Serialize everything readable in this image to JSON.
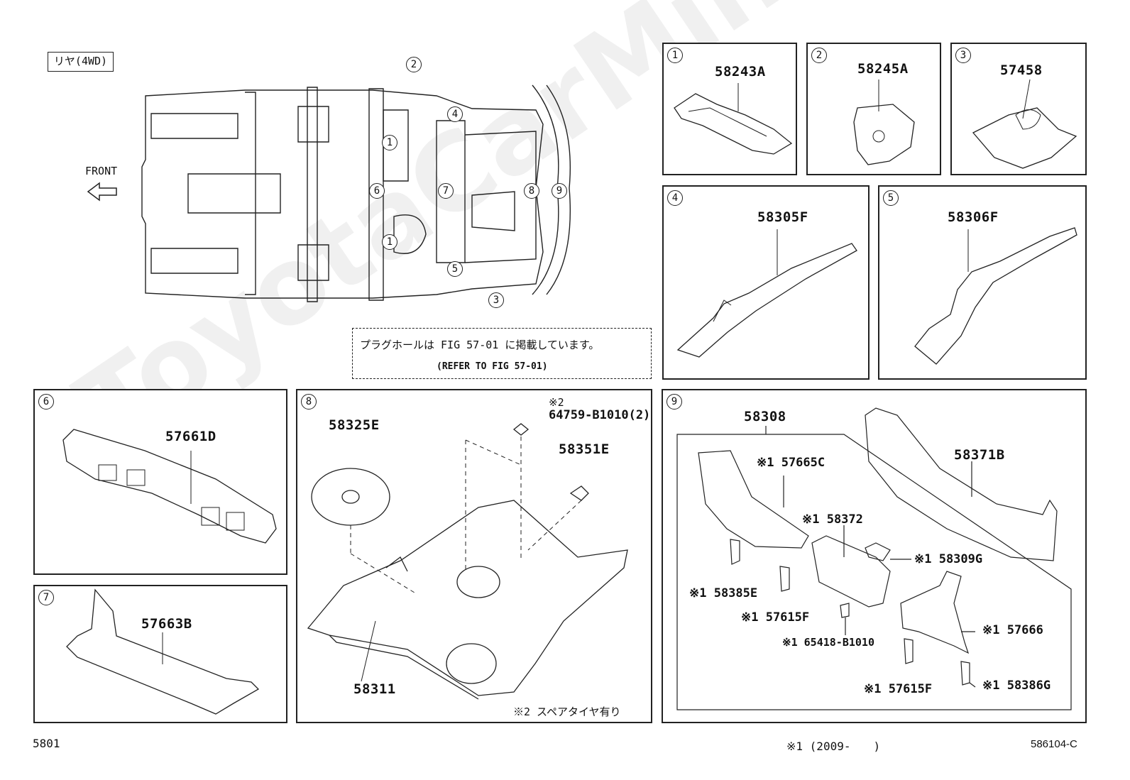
{
  "header": {
    "variant_label": "リヤ(4WD)",
    "front_label": "FRONT"
  },
  "overview": {
    "callouts": [
      "2",
      "4",
      "1",
      "6",
      "7",
      "8",
      "9",
      "1",
      "5",
      "3"
    ]
  },
  "note_box": {
    "japanese": "プラグホールは FIG 57-01 に掲載しています。",
    "english": "(REFER TO FIG 57-01)"
  },
  "panels": {
    "p1": {
      "num": "1",
      "part": "58243A"
    },
    "p2": {
      "num": "2",
      "part": "58245A"
    },
    "p3": {
      "num": "3",
      "part": "57458"
    },
    "p4": {
      "num": "4",
      "part": "58305F"
    },
    "p5": {
      "num": "5",
      "part": "58306F"
    },
    "p6": {
      "num": "6",
      "part": "57661D"
    },
    "p7": {
      "num": "7",
      "part": "57663B"
    },
    "p8": {
      "num": "8",
      "parts": {
        "a": "58325E",
        "b": "64759-B1010(2)",
        "b_mark": "※2",
        "c": "58351E",
        "d": "58311"
      },
      "footnote": "※2 スペアタイヤ有り"
    },
    "p9": {
      "num": "9",
      "parts": {
        "assy": "58308",
        "a": "※1 57665C",
        "b": "58371B",
        "c": "※1 58372",
        "d": "※1 58309G",
        "e": "※1 58385E",
        "f": "※1 57615F",
        "g": "※1 65418-B1010",
        "h": "※1 57666",
        "i": "※1 57615F",
        "j": "※1 58386G"
      }
    }
  },
  "footer": {
    "left_code": "5801",
    "center_note": "※1 (2009-　　)",
    "right_code": "586104-C"
  },
  "watermark": "ToyotaCarMiner.ru"
}
